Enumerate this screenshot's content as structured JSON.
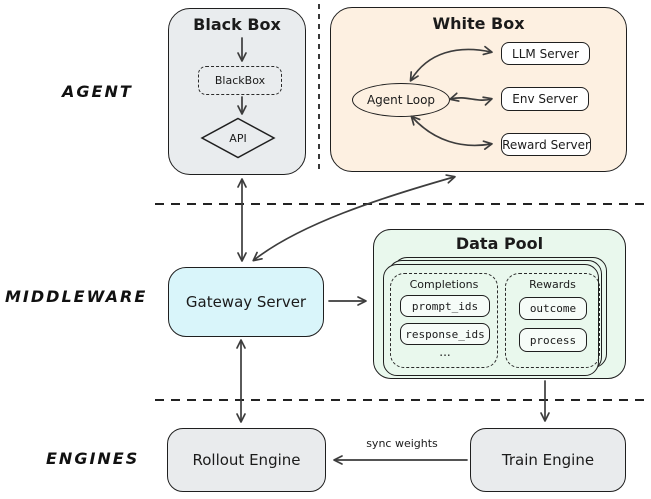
{
  "colors": {
    "canvas": "#ffffff",
    "stroke": "#1f1f1f",
    "arrow": "#3d3d3d",
    "black_box_fill": "#e9ecee",
    "white_box_fill": "#fdf0e1",
    "gateway_fill": "#d9f5fa",
    "data_pool_fill": "#e9f8ed",
    "engine_fill": "#e9ebed",
    "inner_box_fill": "#ffffff",
    "pool_item_fill": "#f6fcf8",
    "text": "#1b1b1b"
  },
  "section_labels": {
    "agent": "AGENT",
    "middleware": "MIDDLEWARE",
    "engines": "ENGINES"
  },
  "black_box": {
    "title": "Black Box",
    "inner_label": "BlackBox",
    "api_label": "API"
  },
  "white_box": {
    "title": "White Box",
    "agent_loop_label": "Agent Loop",
    "servers": [
      "LLM Server",
      "Env Server",
      "Reward Server"
    ]
  },
  "middleware": {
    "gateway_label": "Gateway Server"
  },
  "data_pool": {
    "title": "Data Pool",
    "completions": {
      "title": "Completions",
      "items": [
        "prompt_ids",
        "response_ids",
        "..."
      ]
    },
    "rewards": {
      "title": "Rewards",
      "items": [
        "outcome",
        "process"
      ]
    }
  },
  "engines": {
    "rollout_label": "Rollout Engine",
    "train_label": "Train Engine",
    "sync_arrow_label": "sync weights"
  }
}
